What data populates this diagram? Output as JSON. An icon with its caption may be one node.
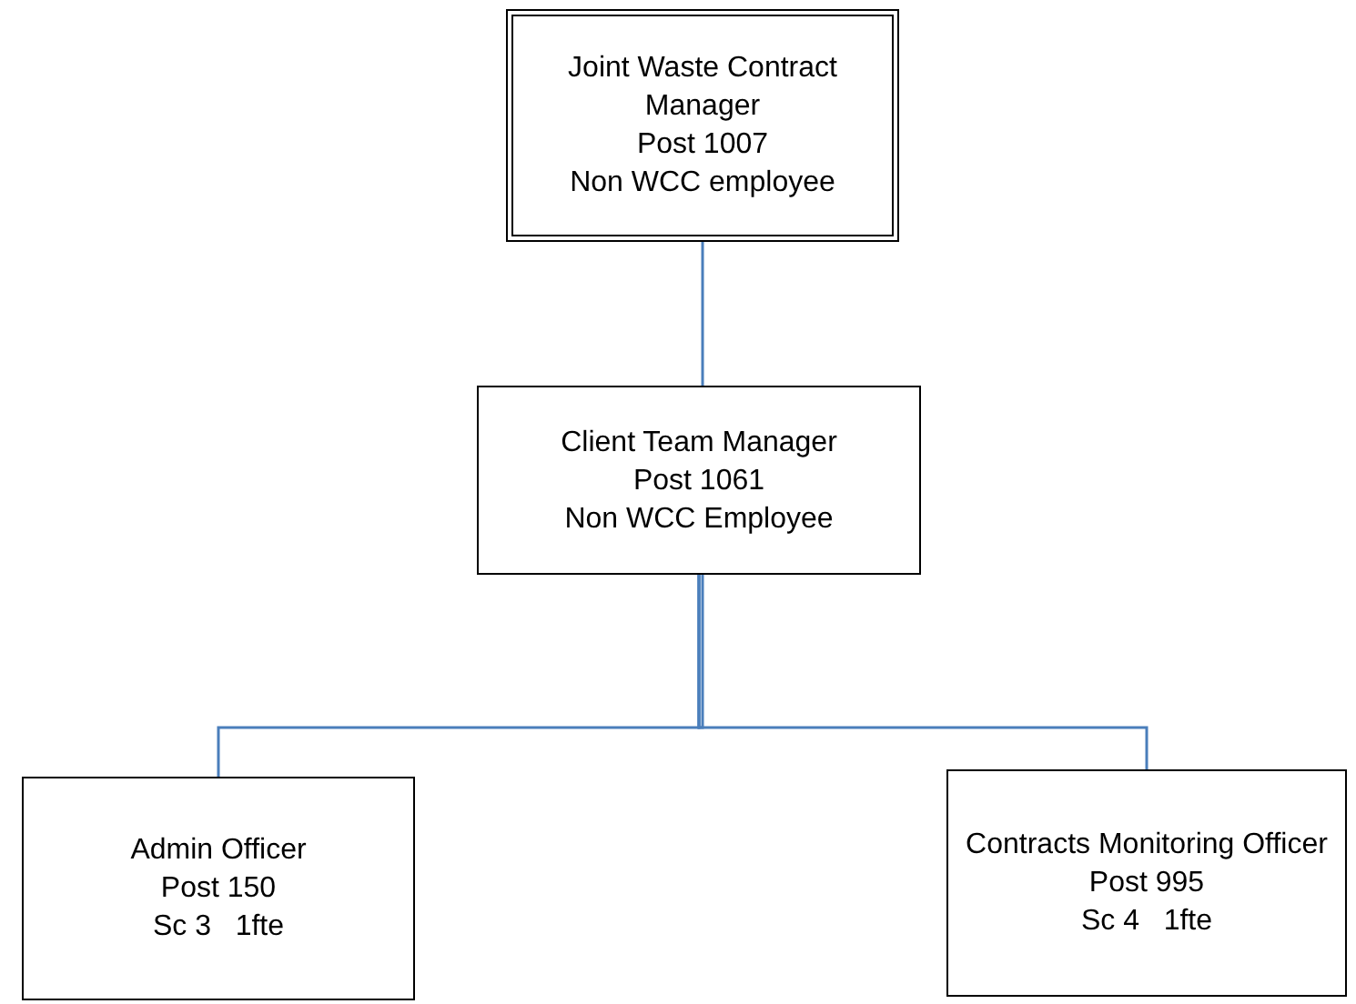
{
  "diagram": {
    "nodes": [
      {
        "text": [
          "Joint Waste Contract Manager",
          "Post 1007",
          "Non WCC employee"
        ]
      },
      {
        "text": [
          "Client Team Manager",
          "Post 1061",
          "Non WCC Employee"
        ]
      },
      {
        "text": [
          "Admin Officer",
          "Post 150",
          "Sc 3   1fte"
        ]
      },
      {
        "text": [
          "Contracts Monitoring Officer",
          "Post 995",
          "Sc 4   1fte"
        ]
      }
    ],
    "edges": [
      {
        "from": 0,
        "to": 1,
        "arrow": "none"
      },
      {
        "from": 1,
        "to": 2,
        "arrow": "none"
      },
      {
        "from": 1,
        "to": 3,
        "arrow": "none"
      }
    ]
  }
}
